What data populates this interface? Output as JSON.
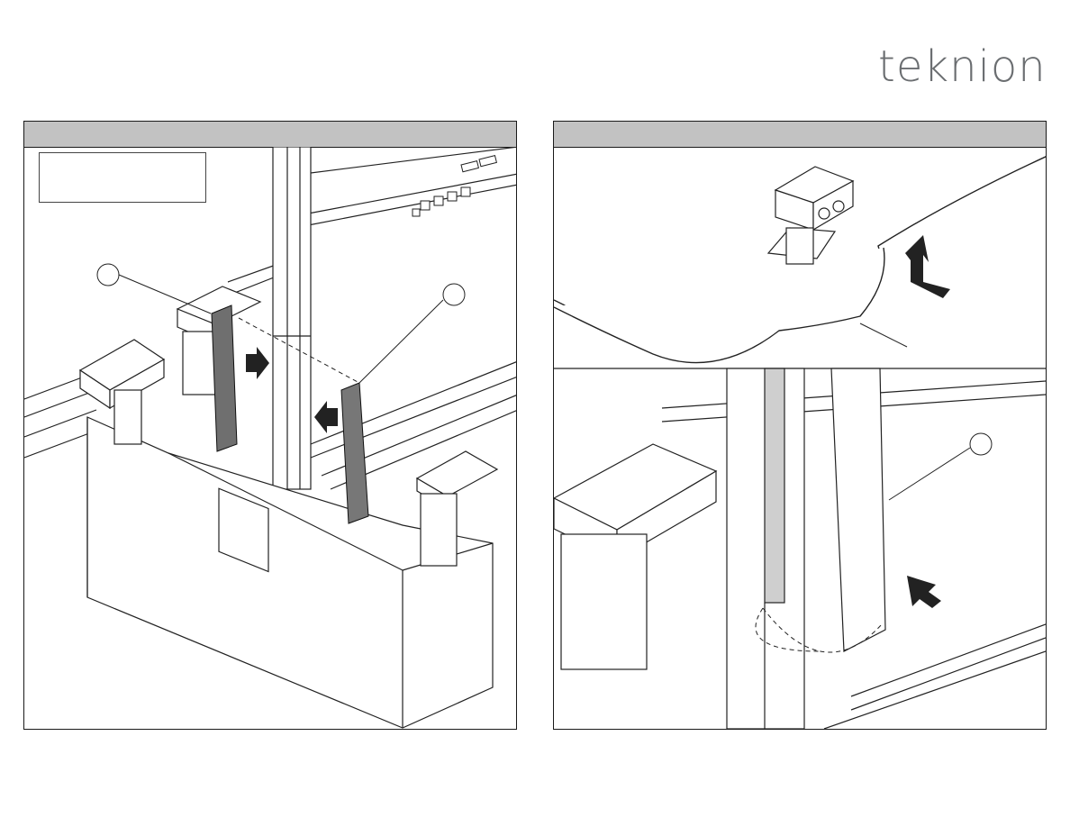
{
  "brand": {
    "logo_text": "teknion"
  },
  "panels": [
    {
      "id": "left",
      "header": ""
    },
    {
      "id": "right",
      "header": ""
    }
  ],
  "icons": [
    "arrow-right-icon",
    "arrow-left-icon",
    "arrow-up-icon",
    "arrow-insert-icon"
  ]
}
